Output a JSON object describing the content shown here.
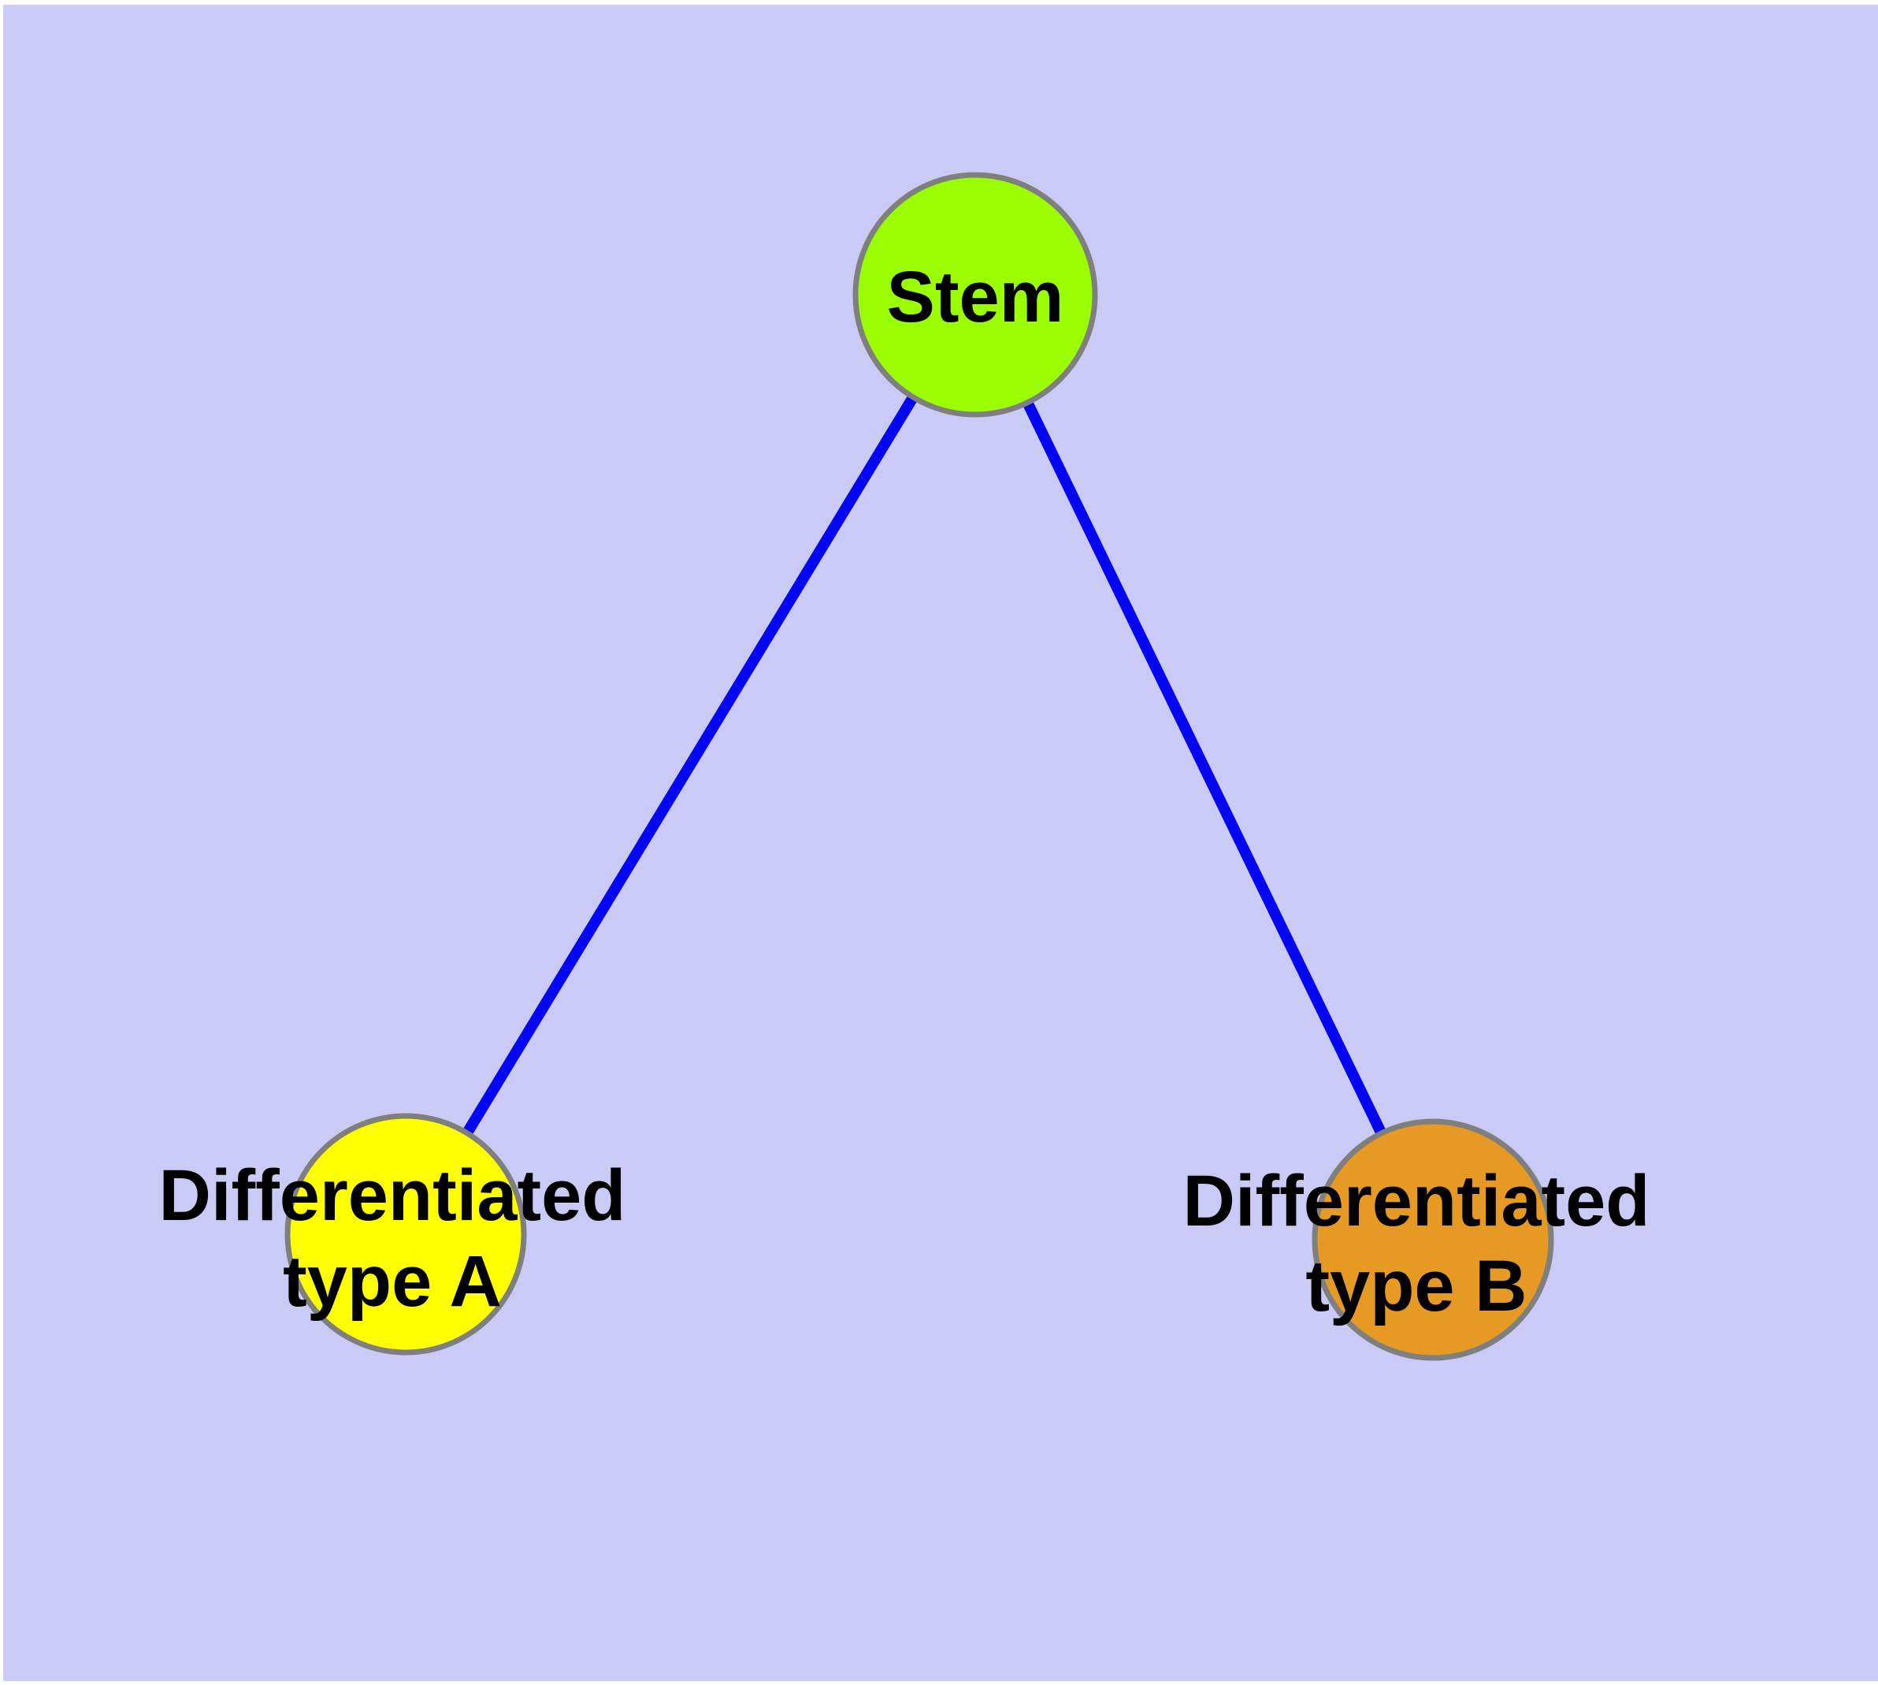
{
  "figure": {
    "type": "graph-diagram",
    "colors": {
      "frame": "#ffffff",
      "background": "#cacaf7",
      "edge": "#0505f5",
      "node_border": "#7f7f7f",
      "label": "#000000"
    },
    "nodes": {
      "stem": {
        "label": "Stem",
        "fill": "#9afe00"
      },
      "differentiated_type_a": {
        "label_line1": "Differentiated",
        "label_line2": "type A",
        "fill": "#ffff00"
      },
      "differentiated_type_b": {
        "label_line1": "Differentiated",
        "label_line2": "type B",
        "fill": "#e69a23"
      }
    },
    "edges": [
      {
        "from": "stem",
        "to": "differentiated_type_a"
      },
      {
        "from": "stem",
        "to": "differentiated_type_b"
      }
    ]
  }
}
